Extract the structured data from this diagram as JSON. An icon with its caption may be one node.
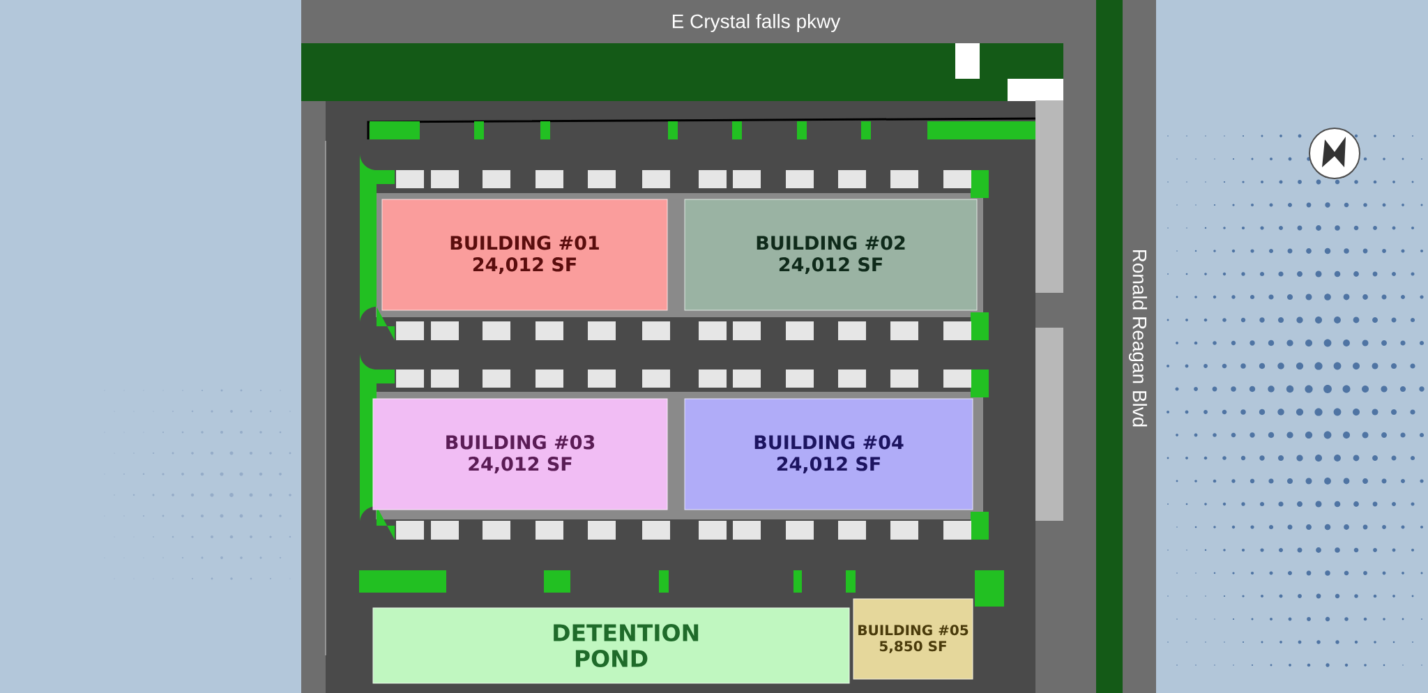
{
  "diagram": {
    "nodes": [
      {
        "text": [
          "BUILDING #01",
          "24,012 SF"
        ]
      },
      {
        "text": [
          "BUILDING #02",
          "24,012 SF"
        ]
      },
      {
        "text": [
          "BUILDING #03",
          "24,012 SF"
        ]
      },
      {
        "text": [
          "BUILDING #04",
          "24,012 SF"
        ]
      },
      {
        "text": [
          "DETENTION POND"
        ]
      },
      {
        "text": [
          "BUILDING #05",
          "5,850 SF"
        ]
      }
    ],
    "labels": [
      "E Crystal falls pkwy",
      "Ronald Reagan Blvd"
    ]
  }
}
